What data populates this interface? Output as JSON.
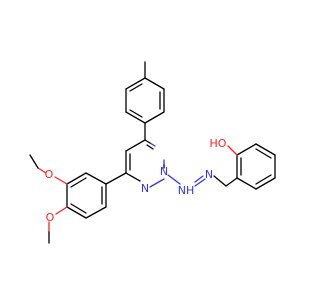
{
  "atom_labels": {
    "n_ring_top": "N",
    "n_ring_bottom": "N",
    "nh": "NH",
    "n_imine": "N",
    "oh": "HO",
    "o_methoxy_upper": "O",
    "o_methoxy_lower": "O"
  },
  "colors": {
    "bond": "#000000",
    "nitrogen": "#3232ff",
    "oxygen": "#ff2020",
    "background": "#ffffff"
  }
}
